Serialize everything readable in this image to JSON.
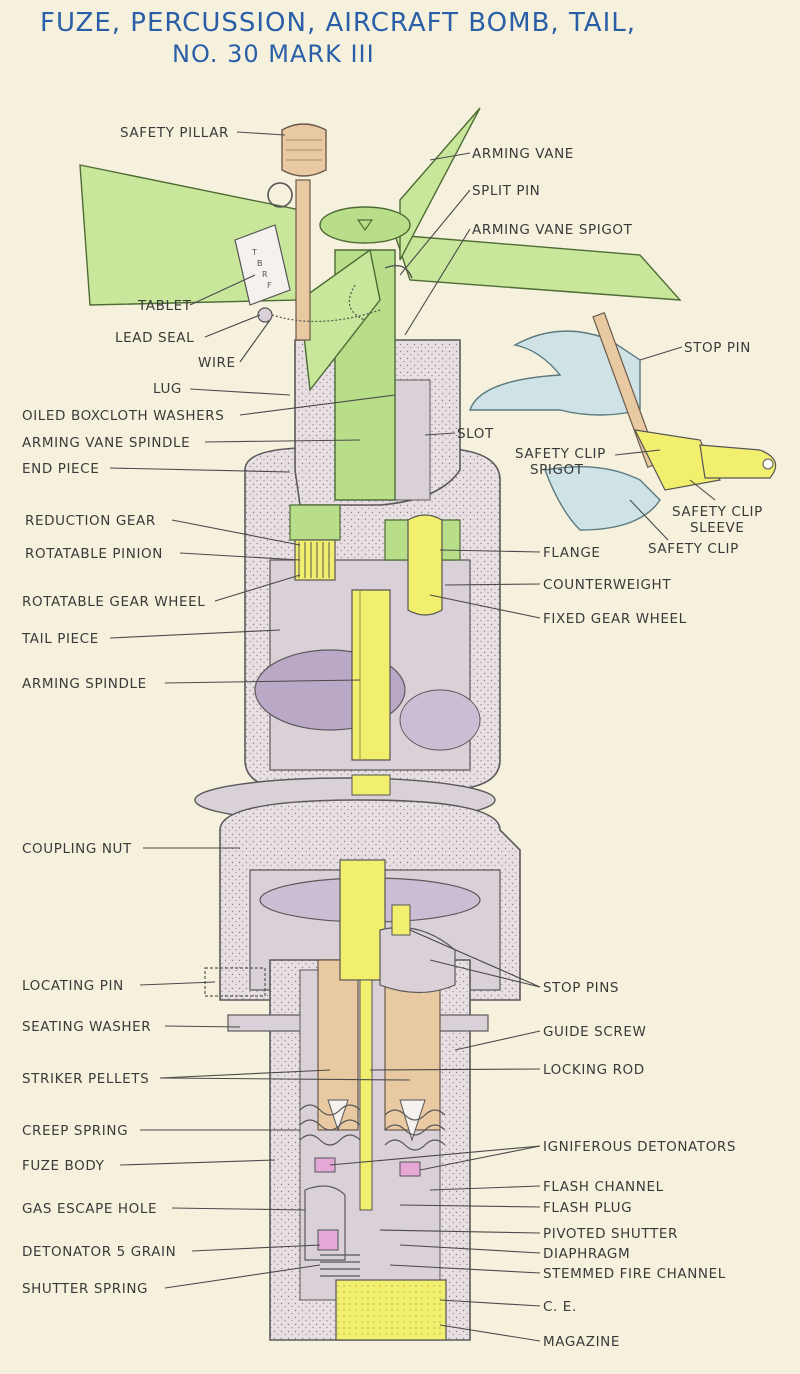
{
  "title": {
    "line1": "FUZE, PERCUSSION, AIRCRAFT BOMB, TAIL,",
    "line2": "NO. 30 MARK III"
  },
  "labels": {
    "safety_pillar": "SAFETY PILLAR",
    "arming_vane": "ARMING VANE",
    "split_pin": "SPLIT PIN",
    "arming_vane_spigot": "ARMING VANE SPIGOT",
    "tablet": "TABLET",
    "lead_seal": "LEAD SEAL",
    "wire": "WIRE",
    "lug": "LUG",
    "oiled_boxcloth_washers": "OILED BOXCLOTH WASHERS",
    "arming_vane_spindle": "ARMING VANE SPINDLE",
    "end_piece": "END PIECE",
    "slot": "SLOT",
    "stop_pin": "STOP PIN",
    "safety_clip_spigot_1": "SAFETY CLIP",
    "safety_clip_spigot_2": "SPIGOT",
    "safety_clip_sleeve_1": "SAFETY CLIP",
    "safety_clip_sleeve_2": "SLEEVE",
    "safety_clip": "SAFETY CLIP",
    "reduction_gear": "REDUCTION GEAR",
    "rotatable_pinion": "ROTATABLE PINION",
    "rotatable_gear_wheel": "ROTATABLE GEAR WHEEL",
    "flange": "FLANGE",
    "counterweight": "COUNTERWEIGHT",
    "fixed_gear_wheel": "FIXED GEAR WHEEL",
    "tail_piece": "TAIL PIECE",
    "arming_spindle": "ARMING SPINDLE",
    "coupling_nut": "COUPLING NUT",
    "locating_pin": "LOCATING PIN",
    "stop_pins": "STOP PINS",
    "seating_washer": "SEATING WASHER",
    "guide_screw": "GUIDE SCREW",
    "striker_pellets": "STRIKER PELLETS",
    "locking_rod": "LOCKING ROD",
    "creep_spring": "CREEP SPRING",
    "igniferous_detonators": "IGNIFEROUS DETONATORS",
    "fuze_body": "FUZE BODY",
    "flash_channel": "FLASH CHANNEL",
    "gas_escape_hole": "GAS ESCAPE HOLE",
    "flash_plug": "FLASH PLUG",
    "pivoted_shutter": "PIVOTED SHUTTER",
    "detonator_5_grain": "DETONATOR 5 GRAIN",
    "diaphragm": "DIAPHRAGM",
    "shutter_spring": "SHUTTER SPRING",
    "stemmed_fire_channel": "STEMMED FIRE CHANNEL",
    "ce": "C. E.",
    "magazine": "MAGAZINE",
    "tablet_markings": [
      "T",
      "B",
      "R",
      "F"
    ]
  },
  "colors": {
    "title": "#2a5fa8",
    "vane_green": "#c9e79a",
    "spindle_green": "#b8de8a",
    "yellow": "#f2ee6e",
    "body_grey": "#d9d0d8",
    "body_shadow": "#b9a9c6",
    "tan": "#e9c9a2",
    "clip_blue": "#cfe3e6",
    "background": "#f6f1dd"
  }
}
